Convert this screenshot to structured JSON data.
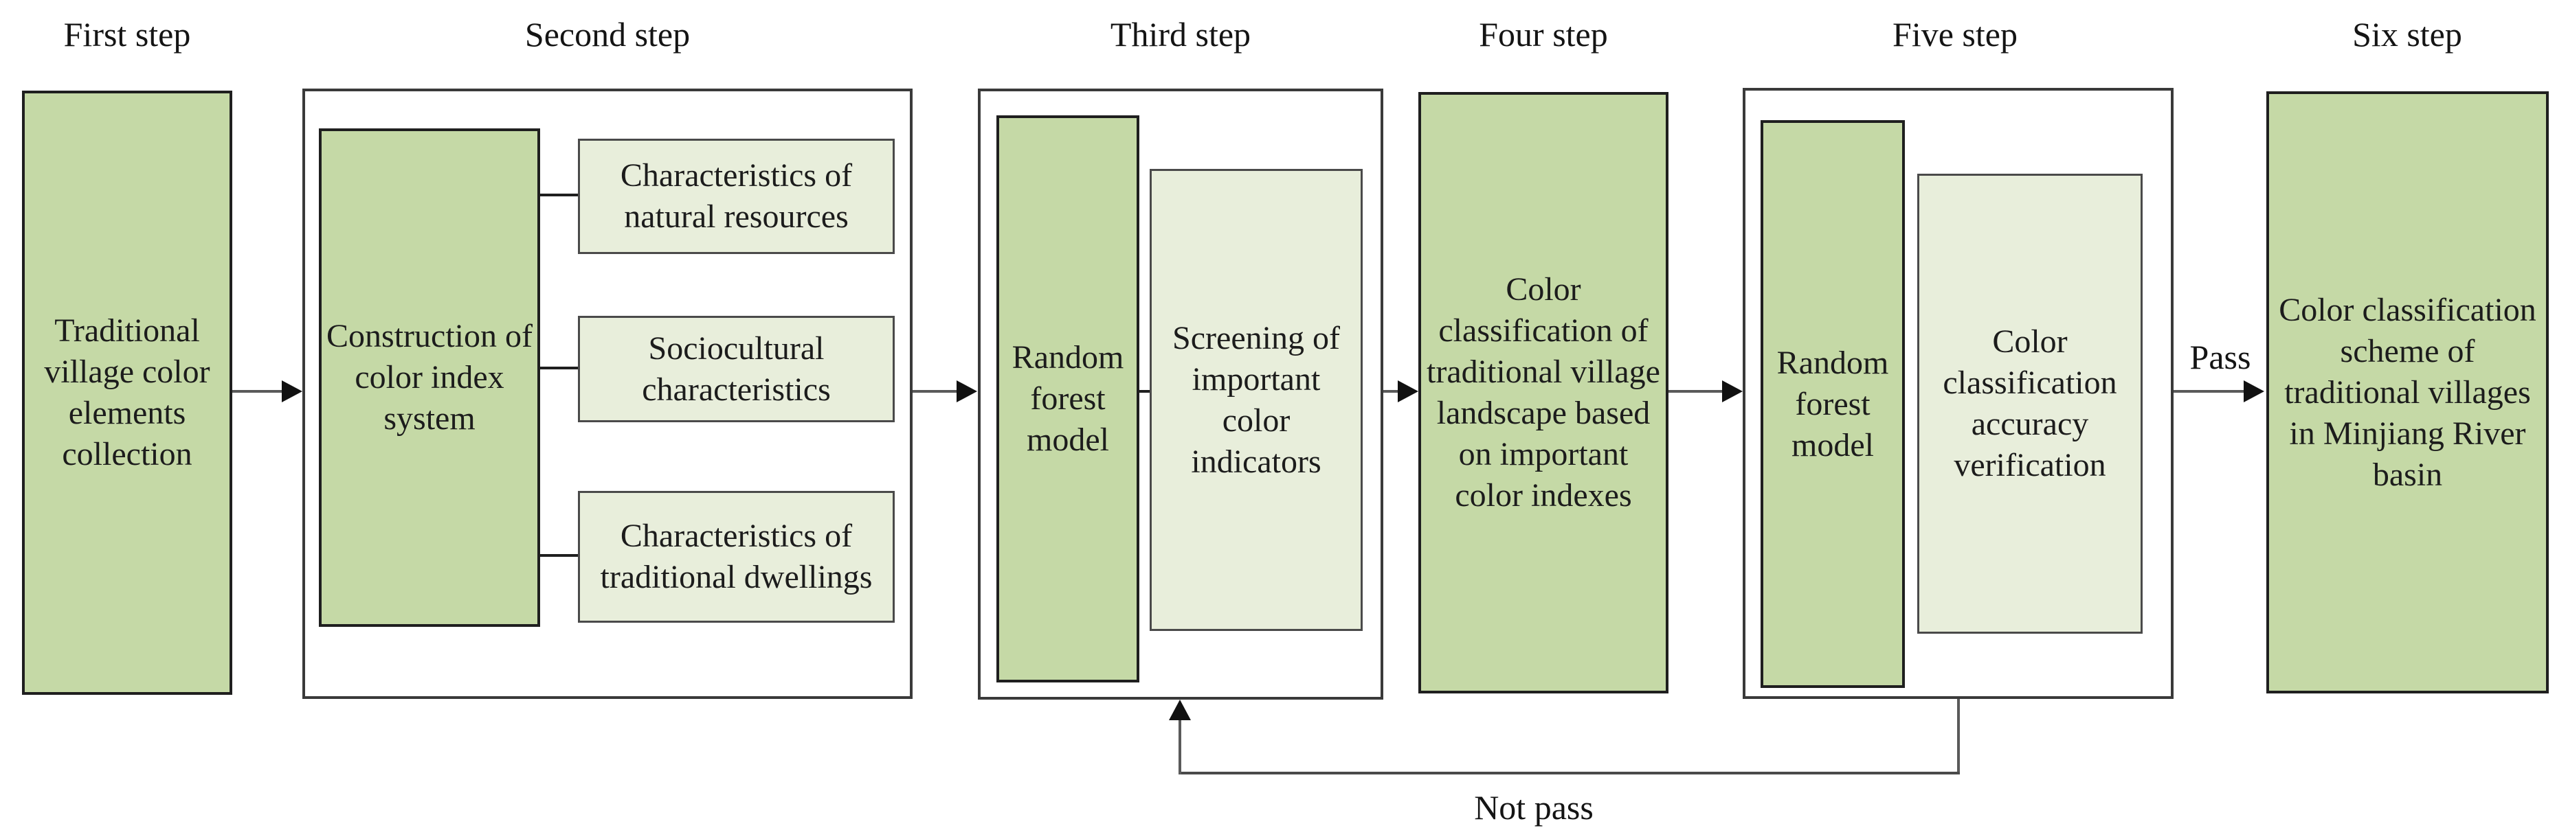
{
  "steps": {
    "one": {
      "label": "First step",
      "box": "Traditional village color elements collection"
    },
    "two": {
      "label": "Second step",
      "main": "Construction of color index system",
      "sub1": "Characteristics of natural resources",
      "sub2": "Sociocultural characteristics",
      "sub3": "Characteristics of traditional dwellings"
    },
    "three": {
      "label": "Third step",
      "model": "Random forest model",
      "screen": "Screening of important color indicators"
    },
    "four": {
      "label": "Four step",
      "box": "Color classification of traditional village landscape based on important color indexes"
    },
    "five": {
      "label": "Five step",
      "model": "Random forest model",
      "verify": "Color classification accuracy verification"
    },
    "six": {
      "label": "Six step",
      "box": "Color classification scheme of traditional villages in Minjiang River basin"
    }
  },
  "edges": {
    "pass": "Pass",
    "not_pass": "Not pass"
  },
  "colors": {
    "green_fill": "#c5d9a6",
    "light_fill": "#e8eedb",
    "box_border": "#1f1f1f",
    "flow_line": "#5a5a5a",
    "text": "#1c1c1c"
  }
}
